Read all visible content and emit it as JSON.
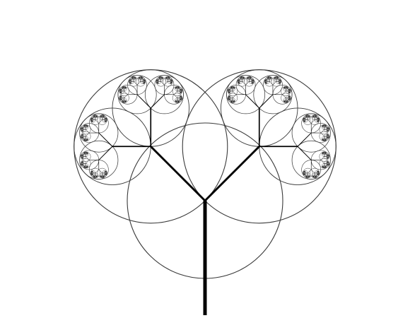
{
  "image": {
    "subject": "fractal-tree",
    "background_color": "#ffffff",
    "stroke_color": "#000000",
    "circle_stroke_color": "#3a3a3a",
    "branch_angle_deg": 45,
    "scale_ratio": 0.5,
    "depth": 9
  }
}
